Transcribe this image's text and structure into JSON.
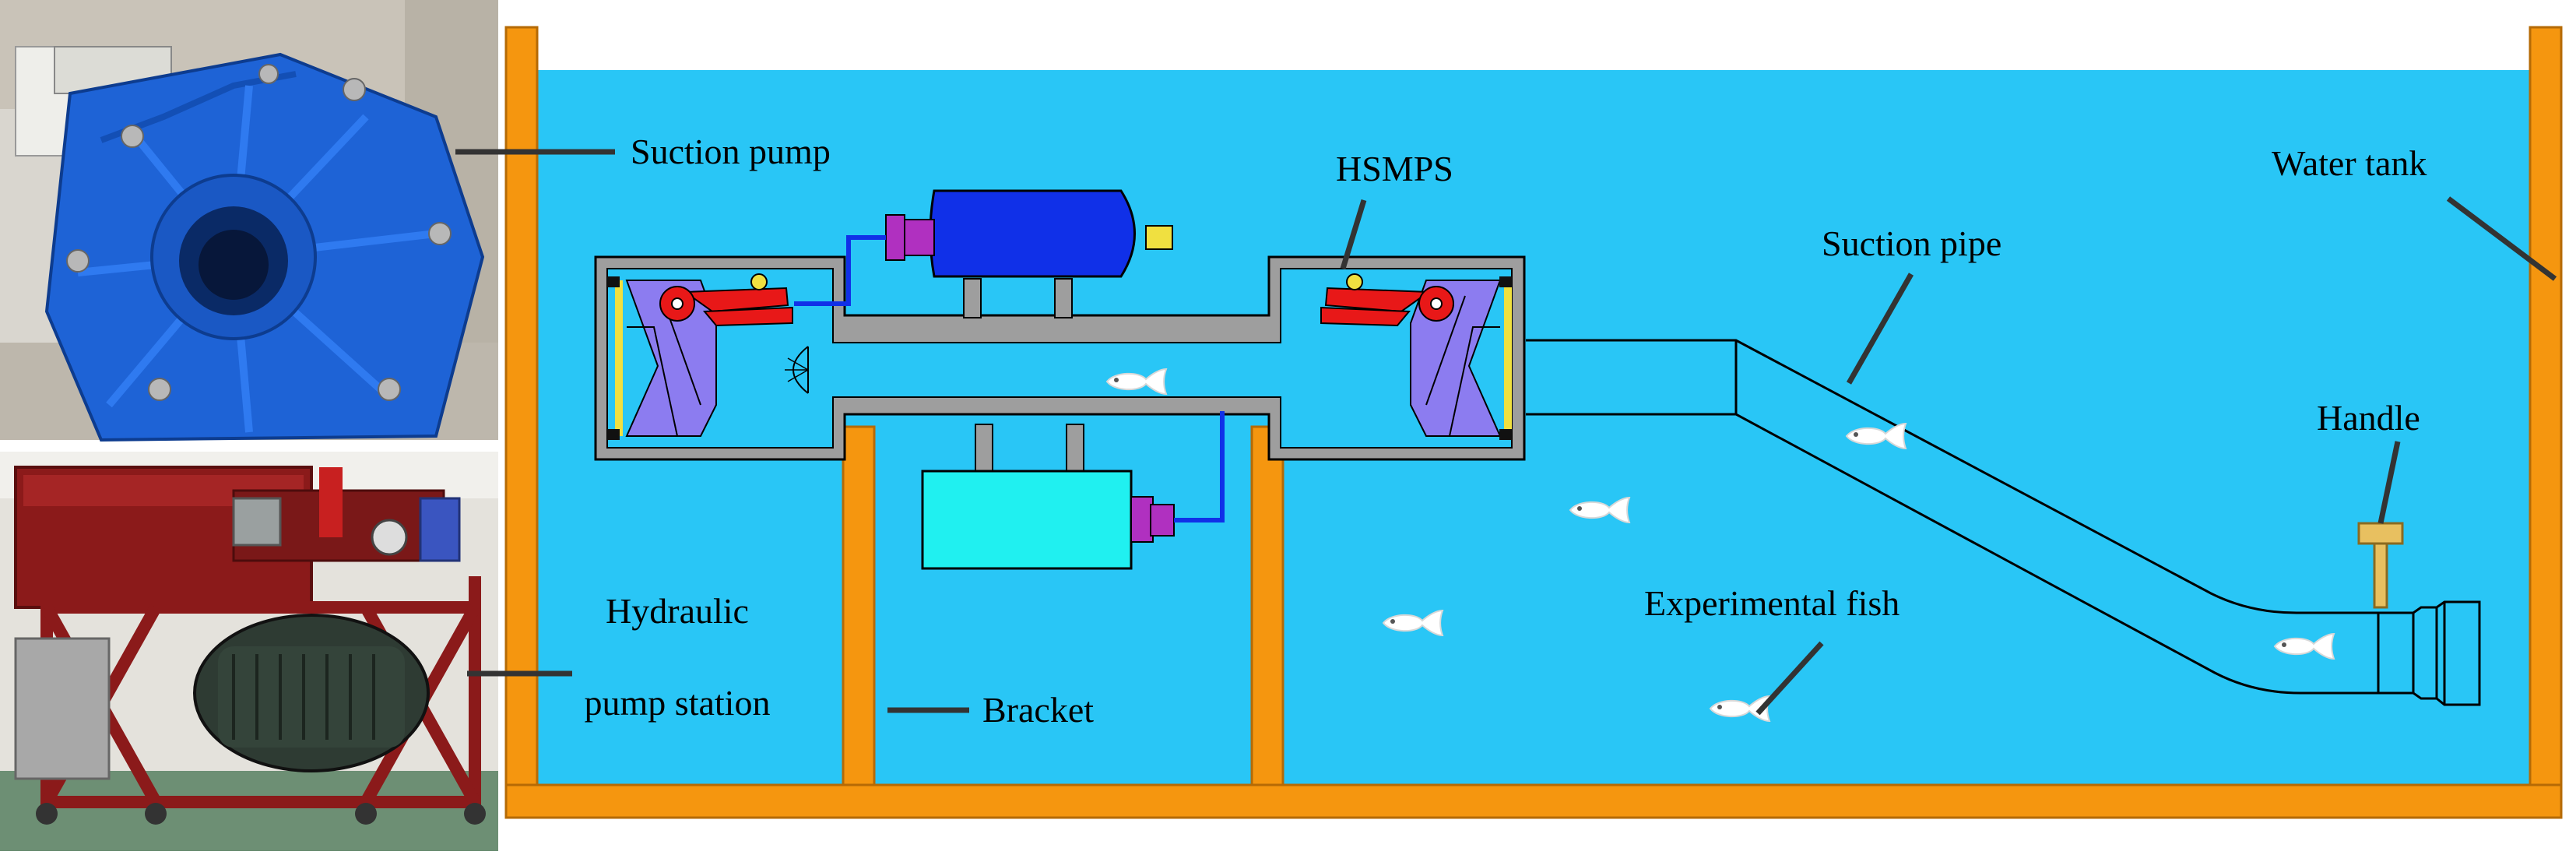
{
  "labels": {
    "suction_pump": "Suction pump",
    "hydraulic_pump_station_line1": "Hydraulic",
    "hydraulic_pump_station_line2": "pump station",
    "bracket": "Bracket",
    "hsmps": "HSMPS",
    "suction_pipe": "Suction pipe",
    "water_tank": "Water tank",
    "handle": "Handle",
    "experimental_fish": "Experimental fish"
  },
  "colors": {
    "water": "#29C6F6",
    "tank_frame": "#F5960F",
    "housing": "#9E9E9E",
    "accumulator": "#1030E8",
    "hydraulic_unit": "#20F0F0",
    "connector": "#B030C0",
    "clamp": "#E81818",
    "seal": "#8C7CF0",
    "handle": "#E8C060",
    "pump_body": "#1E63D6",
    "station_frame": "#8B1A1A"
  },
  "icons": {
    "suction_pump_photo": "blue-centrifugal-pump-photo",
    "hydraulic_station_photo": "hydraulic-pump-station-photo",
    "fish": "fish-icon"
  }
}
